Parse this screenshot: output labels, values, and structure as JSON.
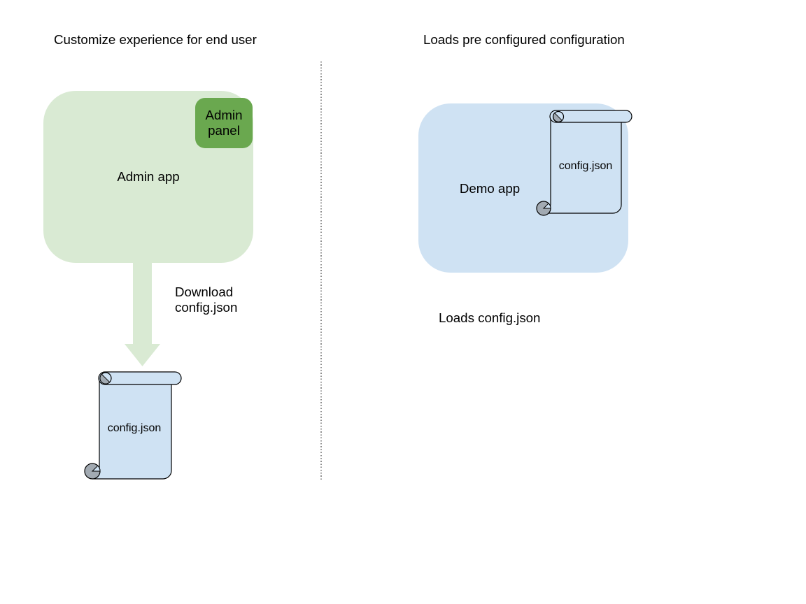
{
  "left_section": {
    "title": "Customize experience for end user",
    "admin_app_label": "Admin app",
    "admin_panel_label": "Admin panel",
    "download_label_line1": "Download",
    "download_label_line2": "config.json",
    "config_file_label": "config.json"
  },
  "right_section": {
    "title": "Loads pre configured configuration",
    "demo_app_label": "Demo app",
    "config_file_label": "config.json",
    "caption": "Loads config.json"
  },
  "colors": {
    "admin_app_fill": "#d9ead3",
    "admin_panel_fill": "#6aa84f",
    "arrow_fill": "#d9ead3",
    "demo_app_fill": "#cfe2f3",
    "scroll_fill": "#cfe2f3",
    "curl_shade": "#a2aab2",
    "outline": "#000000",
    "divider": "#8f8f8f",
    "text": "#000000"
  }
}
